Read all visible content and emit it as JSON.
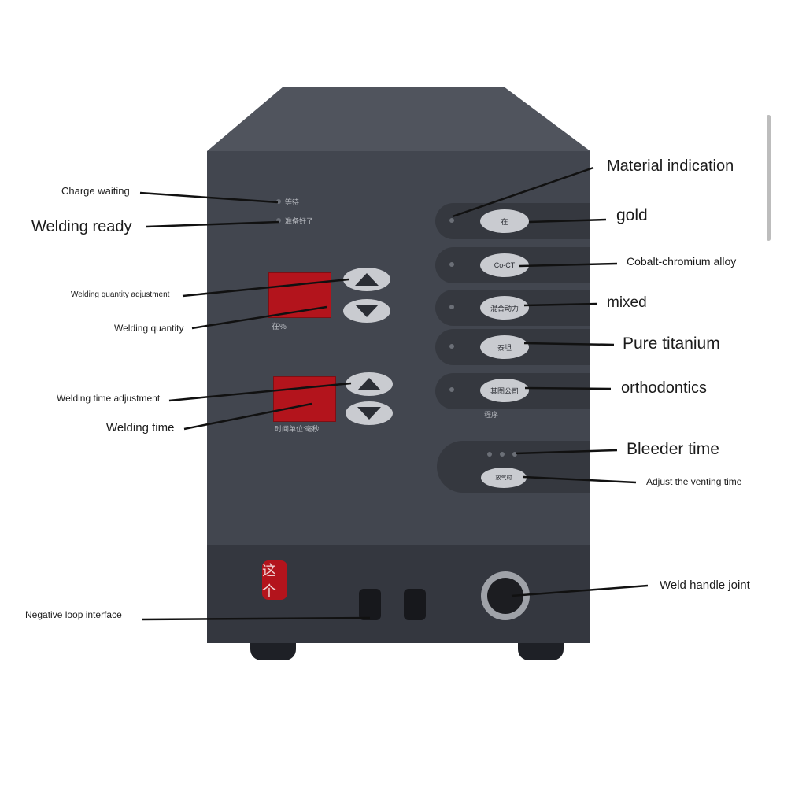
{
  "panel": {
    "wait_text": "等待",
    "ready_text": "准备好了",
    "quantity_unit": "在%",
    "time_unit": "时间单位:毫秒",
    "program_text": "程序",
    "red_badge": "这个",
    "buttons": [
      "在",
      "Co-CT",
      "混合动力",
      "泰坦",
      "其图公司"
    ],
    "vent_button": "放气时"
  },
  "labels": {
    "charge_waiting": "Charge waiting",
    "welding_ready": "Welding ready",
    "welding_quantity_adjustment": "Welding quantity adjustment",
    "welding_quantity": "Welding quantity",
    "welding_time_adjustment": "Welding time adjustment",
    "welding_time": "Welding time",
    "negative_loop_interface": "Negative loop interface",
    "material_indication": "Material indication",
    "gold": "gold",
    "cobalt_chromium": "Cobalt-chromium alloy",
    "mixed": "mixed",
    "pure_titanium": "Pure titanium",
    "orthodontics": "orthodontics",
    "bleeder_time": "Bleeder time",
    "adjust_venting": "Adjust the venting time",
    "weld_handle_joint": "Weld handle joint"
  },
  "colors": {
    "panel": "#42464f",
    "display_red": "#b3141c",
    "button_grey": "#c9cbd0"
  }
}
